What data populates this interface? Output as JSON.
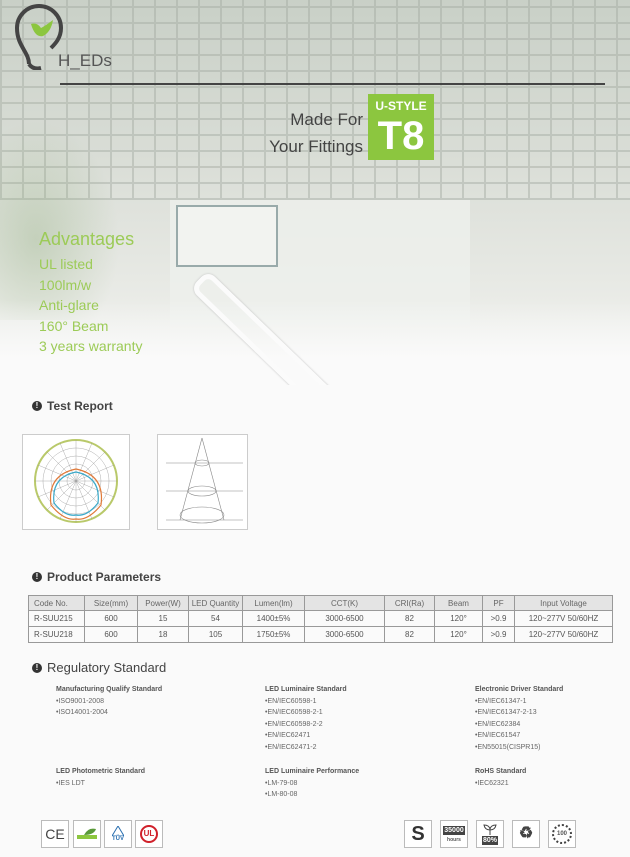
{
  "brand": {
    "logo_text": "H_EDs",
    "accent": "#8cc63f"
  },
  "hero": {
    "made_for_line1": "Made For",
    "made_for_line2": "Your Fittings",
    "badge_top": "U-STYLE",
    "badge_main": "T8"
  },
  "advantages": {
    "title": "Advantages",
    "items": [
      "UL listed",
      "100lm/w",
      "Anti-glare",
      "160°  Beam",
      "3 years warranty"
    ]
  },
  "test_report": {
    "title": "Test Report",
    "charts": [
      "polar-luminous-intensity",
      "illuminance-cone"
    ]
  },
  "product_parameters": {
    "title": "Product Parameters",
    "headers": [
      "Code No.",
      "Size(mm)",
      "Power(W)",
      "LED Quantity",
      "Lumen(lm)",
      "CCT(K)",
      "CRI(Ra)",
      "Beam",
      "PF",
      "Input Voltage"
    ],
    "rows": [
      [
        "R-SUU215",
        "600",
        "15",
        "54",
        "1400±5%",
        "3000-6500",
        "82",
        "120°",
        ">0.9",
        "120~277V 50/60HZ"
      ],
      [
        "R-SUU218",
        "600",
        "18",
        "105",
        "1750±5%",
        "3000-6500",
        "82",
        "120°",
        ">0.9",
        "120~277V 50/60HZ"
      ]
    ]
  },
  "regulatory": {
    "title": "Regulatory Standard",
    "groups": [
      {
        "title": "Manufacturing Qualify Standard",
        "items": [
          "•ISO9001-2008",
          "•ISO14001-2004"
        ]
      },
      {
        "title": "LED Luminaire Standard",
        "items": [
          "•EN/IEC60598-1",
          "•EN/IEC60598-2-1",
          "•EN/IEC60598-2-2",
          "•EN/IEC62471",
          "•EN/IEC62471-2"
        ]
      },
      {
        "title": "Electronic Driver Standard",
        "items": [
          "•EN/IEC61347-1",
          "•EN/IEC61347-2-13",
          "•EN/IEC62384",
          "•EN/IEC61547",
          "•EN55015(CISPR15)"
        ]
      },
      {
        "title": "LED Photometric Standard",
        "items": [
          "•IES LDT"
        ]
      },
      {
        "title": "LED Luminaire Performance",
        "items": [
          "•LM-79-08",
          "•LM-80-08"
        ]
      },
      {
        "title": "RoHS Standard",
        "items": [
          "•IEC62321"
        ]
      }
    ]
  },
  "certifications": {
    "left": [
      "CE",
      "RoHS",
      "TÜV",
      "UL"
    ],
    "right": [
      "S",
      "35000",
      "hours",
      "80%",
      "recycle",
      "100"
    ]
  }
}
